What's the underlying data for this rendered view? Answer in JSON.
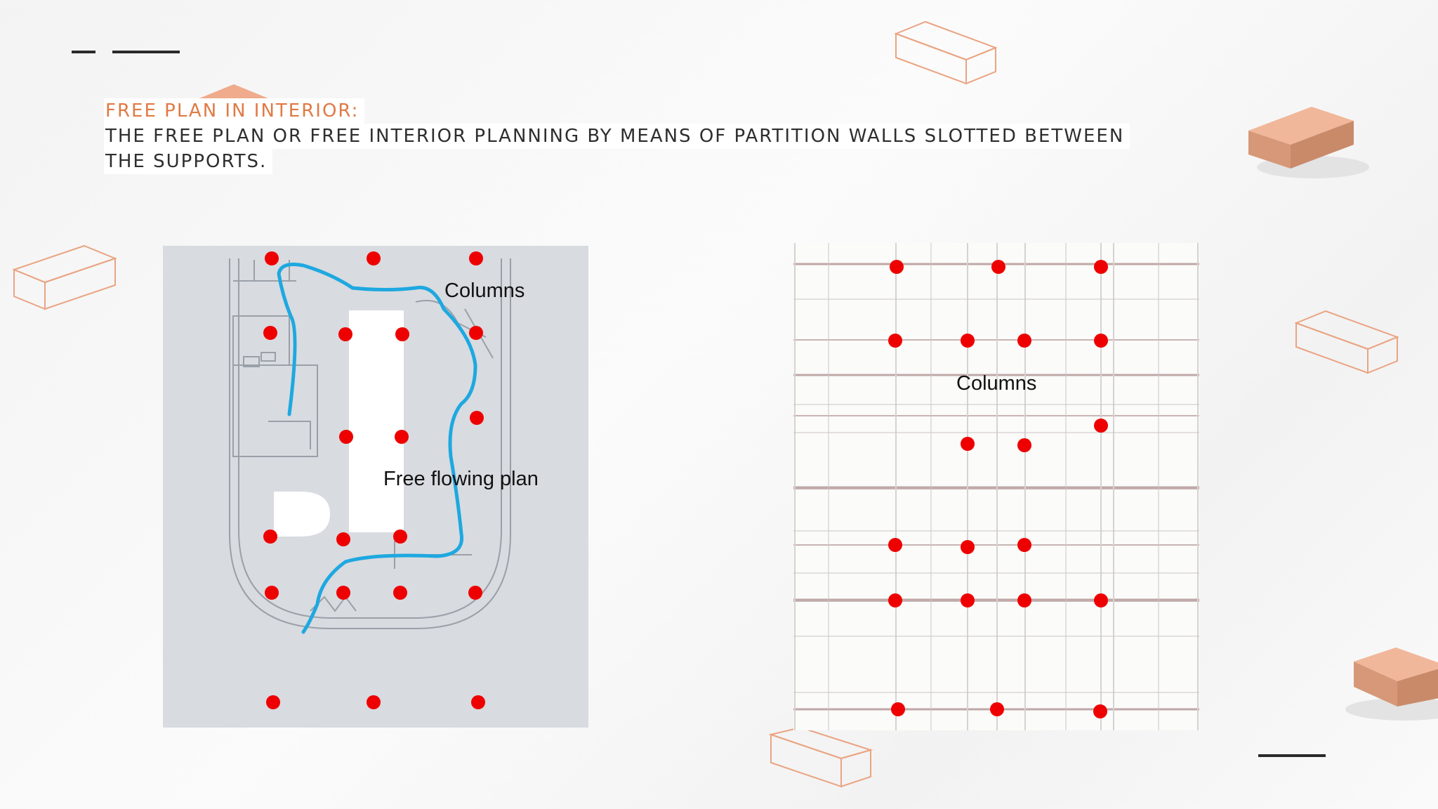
{
  "slide": {
    "title": "FREE PLAN IN INTERIOR:",
    "description_line1": "THE FREE PLAN OR FREE INTERIOR PLANNING BY MEANS OF PARTITION WALLS SLOTTED BETWEEN",
    "description_line2": "THE SUPPORTS."
  },
  "left_figure": {
    "label_columns": "Columns",
    "label_free_plan": "Free flowing plan"
  },
  "right_figure": {
    "label_columns": "Columns"
  },
  "colors": {
    "accent": "#e07a45",
    "text": "#2e2e2e",
    "column_dot": "#ee0000",
    "free_plan_line": "#1ea8e0",
    "brick_fill": "#e9a888",
    "brick_outline": "#eaa482",
    "plan_background": "#d8dbe0",
    "grid_background": "#fbfbf9"
  },
  "icons": [
    "brick-outline-icon",
    "brick-solid-icon",
    "house-roof-icon"
  ]
}
